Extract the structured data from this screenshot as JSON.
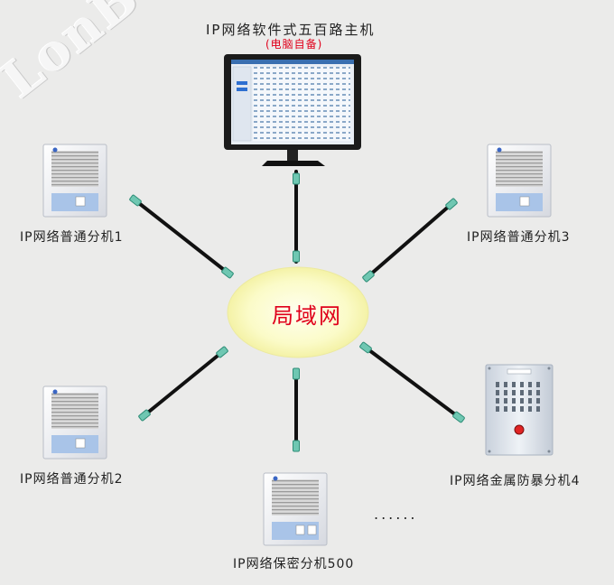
{
  "watermark": "LonBon",
  "host": {
    "title": "IP网络软件式五百路主机",
    "subtitle": "(电脑自备)"
  },
  "network": {
    "label": "局域网"
  },
  "terminals": {
    "t1": "IP网络普通分机1",
    "t2": "IP网络普通分机2",
    "t3": "IP网络普通分机3",
    "t4": "IP网络金属防暴分机4",
    "t500": "IP网络保密分机500"
  },
  "ellipsis": "......",
  "colors": {
    "lan_fill": "#fbfbc8",
    "lan_text": "#e0001b",
    "cable": "#111111",
    "connector": "#6fc7b2"
  }
}
